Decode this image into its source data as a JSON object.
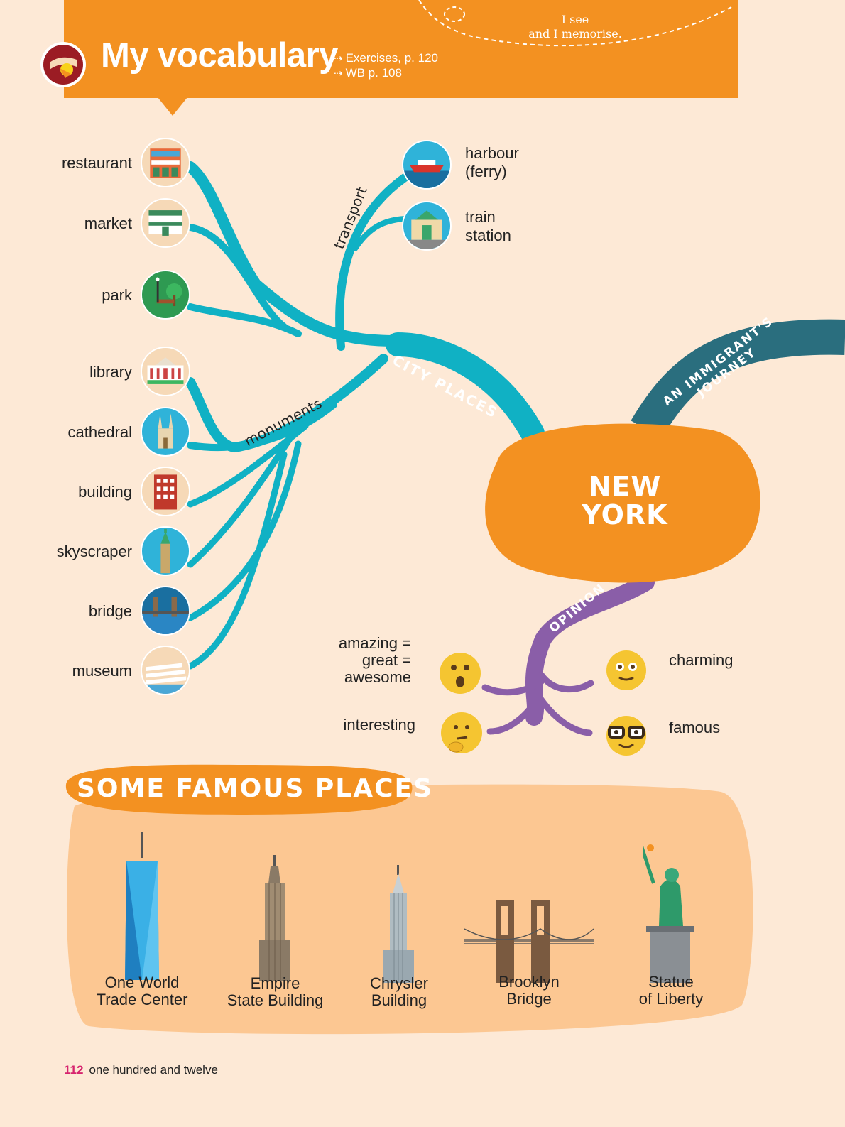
{
  "header": {
    "title": "My vocabulary",
    "references": [
      "Exercises, p. 120",
      "WB p. 108"
    ],
    "memo_line1": "I see",
    "memo_line2": "and I memorise."
  },
  "mindmap": {
    "center": {
      "line1": "NEW",
      "line2": "YORK"
    },
    "branches": {
      "city_places": "CITY PLACES",
      "immigrant_line1": "AN IMMIGRANT'S",
      "immigrant_line2": "JOURNEY",
      "opinion": "OPINION",
      "transport": "transport",
      "monuments": "monuments"
    },
    "places": [
      "restaurant",
      "market",
      "park",
      "library",
      "cathedral",
      "building",
      "skyscraper",
      "bridge",
      "museum"
    ],
    "transport": {
      "harbour_line1": "harbour",
      "harbour_line2": "(ferry)",
      "train_line1": "train",
      "train_line2": "station"
    },
    "opinions": {
      "amazing_line1": "amazing =",
      "amazing_line2": "great =",
      "amazing_line3": "awesome",
      "interesting": "interesting",
      "charming": "charming",
      "famous": "famous"
    }
  },
  "famous_places": {
    "title": "SOME FAMOUS PLACES",
    "items": [
      {
        "line1": "One World",
        "line2": "Trade Center"
      },
      {
        "line1": "Empire",
        "line2": "State Building"
      },
      {
        "line1": "Chrysler",
        "line2": "Building"
      },
      {
        "line1": "Brooklyn",
        "line2": "Bridge"
      },
      {
        "line1": "Statue",
        "line2": "of Liberty"
      }
    ]
  },
  "footer": {
    "page_number": "112",
    "page_text": "one hundred and twelve"
  },
  "colors": {
    "orange": "#f39121",
    "teal": "#10b1c4",
    "dark_teal": "#2a6e7e",
    "purple": "#8a5ea8",
    "peach": "#fde9d6",
    "panel": "#fcc792"
  }
}
